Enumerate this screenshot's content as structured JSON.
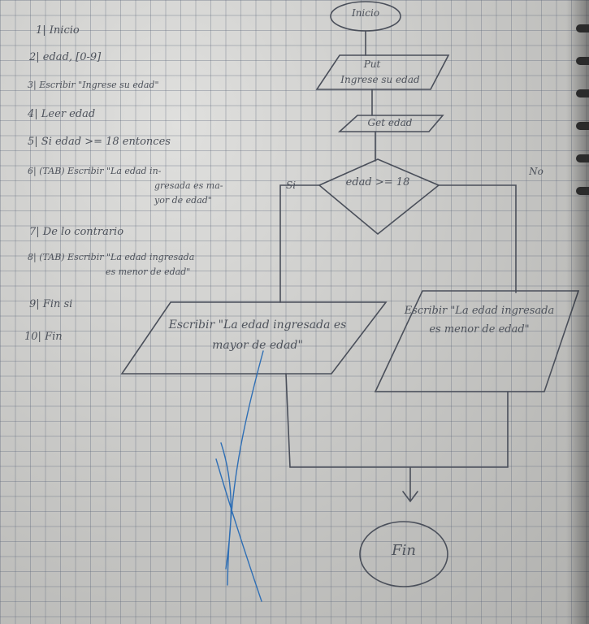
{
  "pseudocode": [
    {
      "n": "1|",
      "text": "Inicio"
    },
    {
      "n": "2|",
      "text": "edad, [0-9]"
    },
    {
      "n": "3|",
      "text": "Escribir \"Ingrese su edad\""
    },
    {
      "n": "4|",
      "text": "Leer edad"
    },
    {
      "n": "5|",
      "text": "Si edad >= 18 entonces"
    },
    {
      "n": "6|",
      "text": "(TAB) Escribir \"La edad in-"
    },
    {
      "n": "",
      "text": "gresada es ma-"
    },
    {
      "n": "",
      "text": "yor de edad\""
    },
    {
      "n": "7|",
      "text": "De lo contrario"
    },
    {
      "n": "8|",
      "text": "(TAB) Escribir \"La edad ingresada"
    },
    {
      "n": "",
      "text": "es menor de edad\""
    },
    {
      "n": "9|",
      "text": "Fin si"
    },
    {
      "n": "10|",
      "text": "Fin"
    }
  ],
  "flowchart": {
    "start": "Inicio",
    "put_label": "Put",
    "put_text": "Ingrese su edad",
    "get_text": "Get edad",
    "decision": "edad >= 18",
    "yes_label": "Si",
    "no_label": "No",
    "output_major": "Escribir \"La edad ingresada es mayor de edad\"",
    "output_minor": "Escribir \"La edad ingresada es menor de edad\"",
    "end": "Fin"
  }
}
